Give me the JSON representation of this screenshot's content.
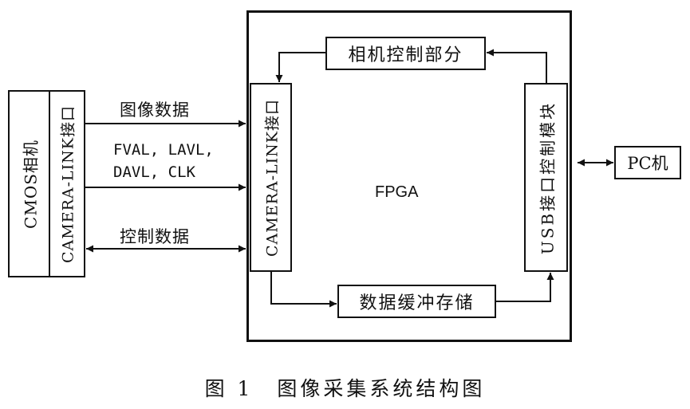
{
  "diagram": {
    "camera": {
      "label": "CMOS相机",
      "interface": "CAMERA-LINK接口"
    },
    "fpga": {
      "label": "FPGA",
      "interface": "CAMERA-LINK接口",
      "usb_module": "USB接口控制模块"
    },
    "camera_control": "相机控制部分",
    "data_buffer": "数据缓冲存储",
    "pc": "PC机",
    "signals": {
      "image_data": "图像数据",
      "sync_line1": "FVAL, LAVL,",
      "sync_line2": "DAVL, CLK",
      "control_data": "控制数据"
    }
  },
  "caption": {
    "number": "图 1",
    "title": "图像采集系统结构图"
  }
}
